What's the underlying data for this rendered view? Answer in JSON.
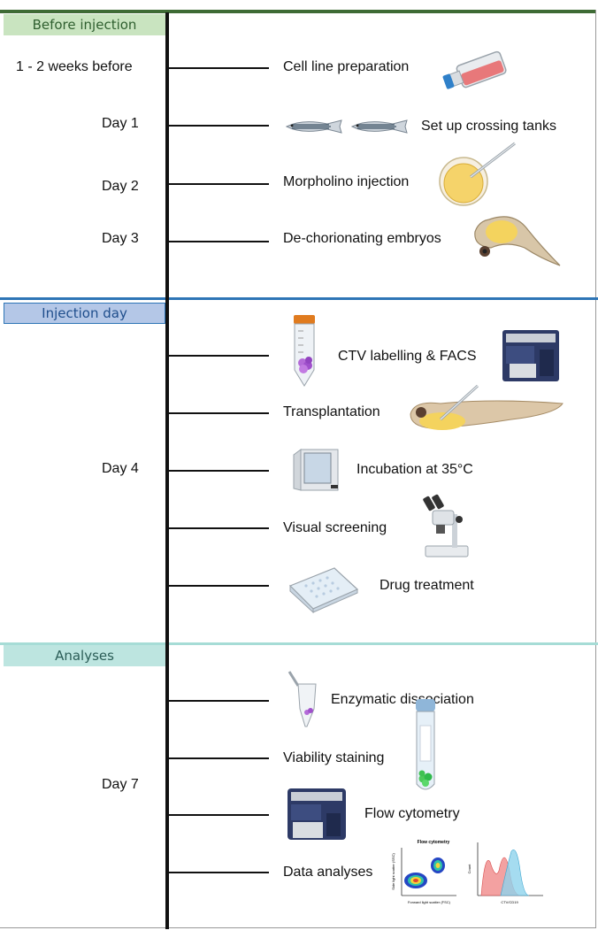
{
  "colors": {
    "section1": "#3e6b35",
    "section2": "#2e75b6",
    "section3": "#a6dcd6",
    "header1_bg": "#c9e4c0",
    "header2_bg": "#b4c7e7",
    "header3_bg": "#bde5e0"
  },
  "sections": {
    "before": {
      "title": "Before injection"
    },
    "injection": {
      "title": "Injection day"
    },
    "analyses": {
      "title": "Analyses"
    }
  },
  "days": {
    "weeks": "1 - 2 weeks before",
    "d1": "Day 1",
    "d2": "Day 2",
    "d3": "Day 3",
    "d4": "Day 4",
    "d7": "Day 7"
  },
  "steps": {
    "cell_line": "Cell line preparation",
    "crossing": "Set up crossing tanks",
    "morpholino": "Morpholino injection",
    "dechorionating": "De-chorionating embryos",
    "ctv": "CTV labelling & FACS",
    "transplantation": "Transplantation",
    "incubation": "Incubation at 35°C",
    "visual": "Visual screening",
    "drug": "Drug treatment",
    "enzymatic": "Enzymatic dissociation",
    "viability": "Viability staining",
    "flow": "Flow cytometry",
    "data": "Data analyses"
  },
  "plot": {
    "title": "Flow cytometry",
    "xlabel": "Forward light scatter (FSC)",
    "ylabel": "Side light scatter (SSC)",
    "hist_ylabel": "Count",
    "hist_xlabel": "CTV/CD19"
  },
  "icons": [
    "cell-culture-flask-icon",
    "zebrafish-icon",
    "embryo-injection-icon",
    "larva-icon",
    "falcon-tube-icon",
    "facs-machine-icon",
    "larva-transplant-icon",
    "incubator-icon",
    "microscope-icon",
    "well-plate-icon",
    "eppendorf-tube-icon",
    "facs-tube-icon",
    "flow-cytometer-icon",
    "scatter-plot-icon",
    "histogram-icon"
  ]
}
